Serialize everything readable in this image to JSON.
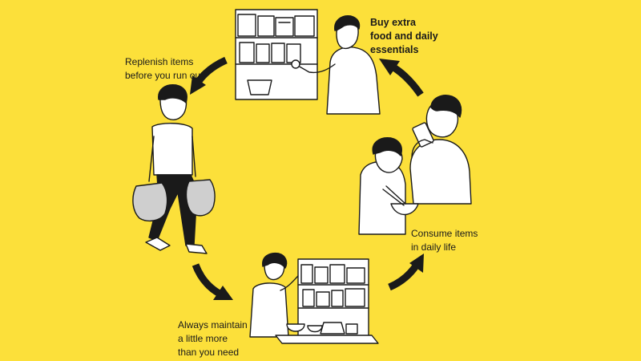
{
  "background_color": "#fce03a",
  "line_color": "#1a1a1a",
  "captions": {
    "buy": [
      "Buy extra",
      "food and daily",
      "essentials"
    ],
    "replenish": [
      "Replenish items",
      "before you run out"
    ],
    "consume": [
      "Consume items",
      "in daily life"
    ],
    "maintain": [
      "Always maintain",
      "a little more",
      "than you need"
    ]
  }
}
